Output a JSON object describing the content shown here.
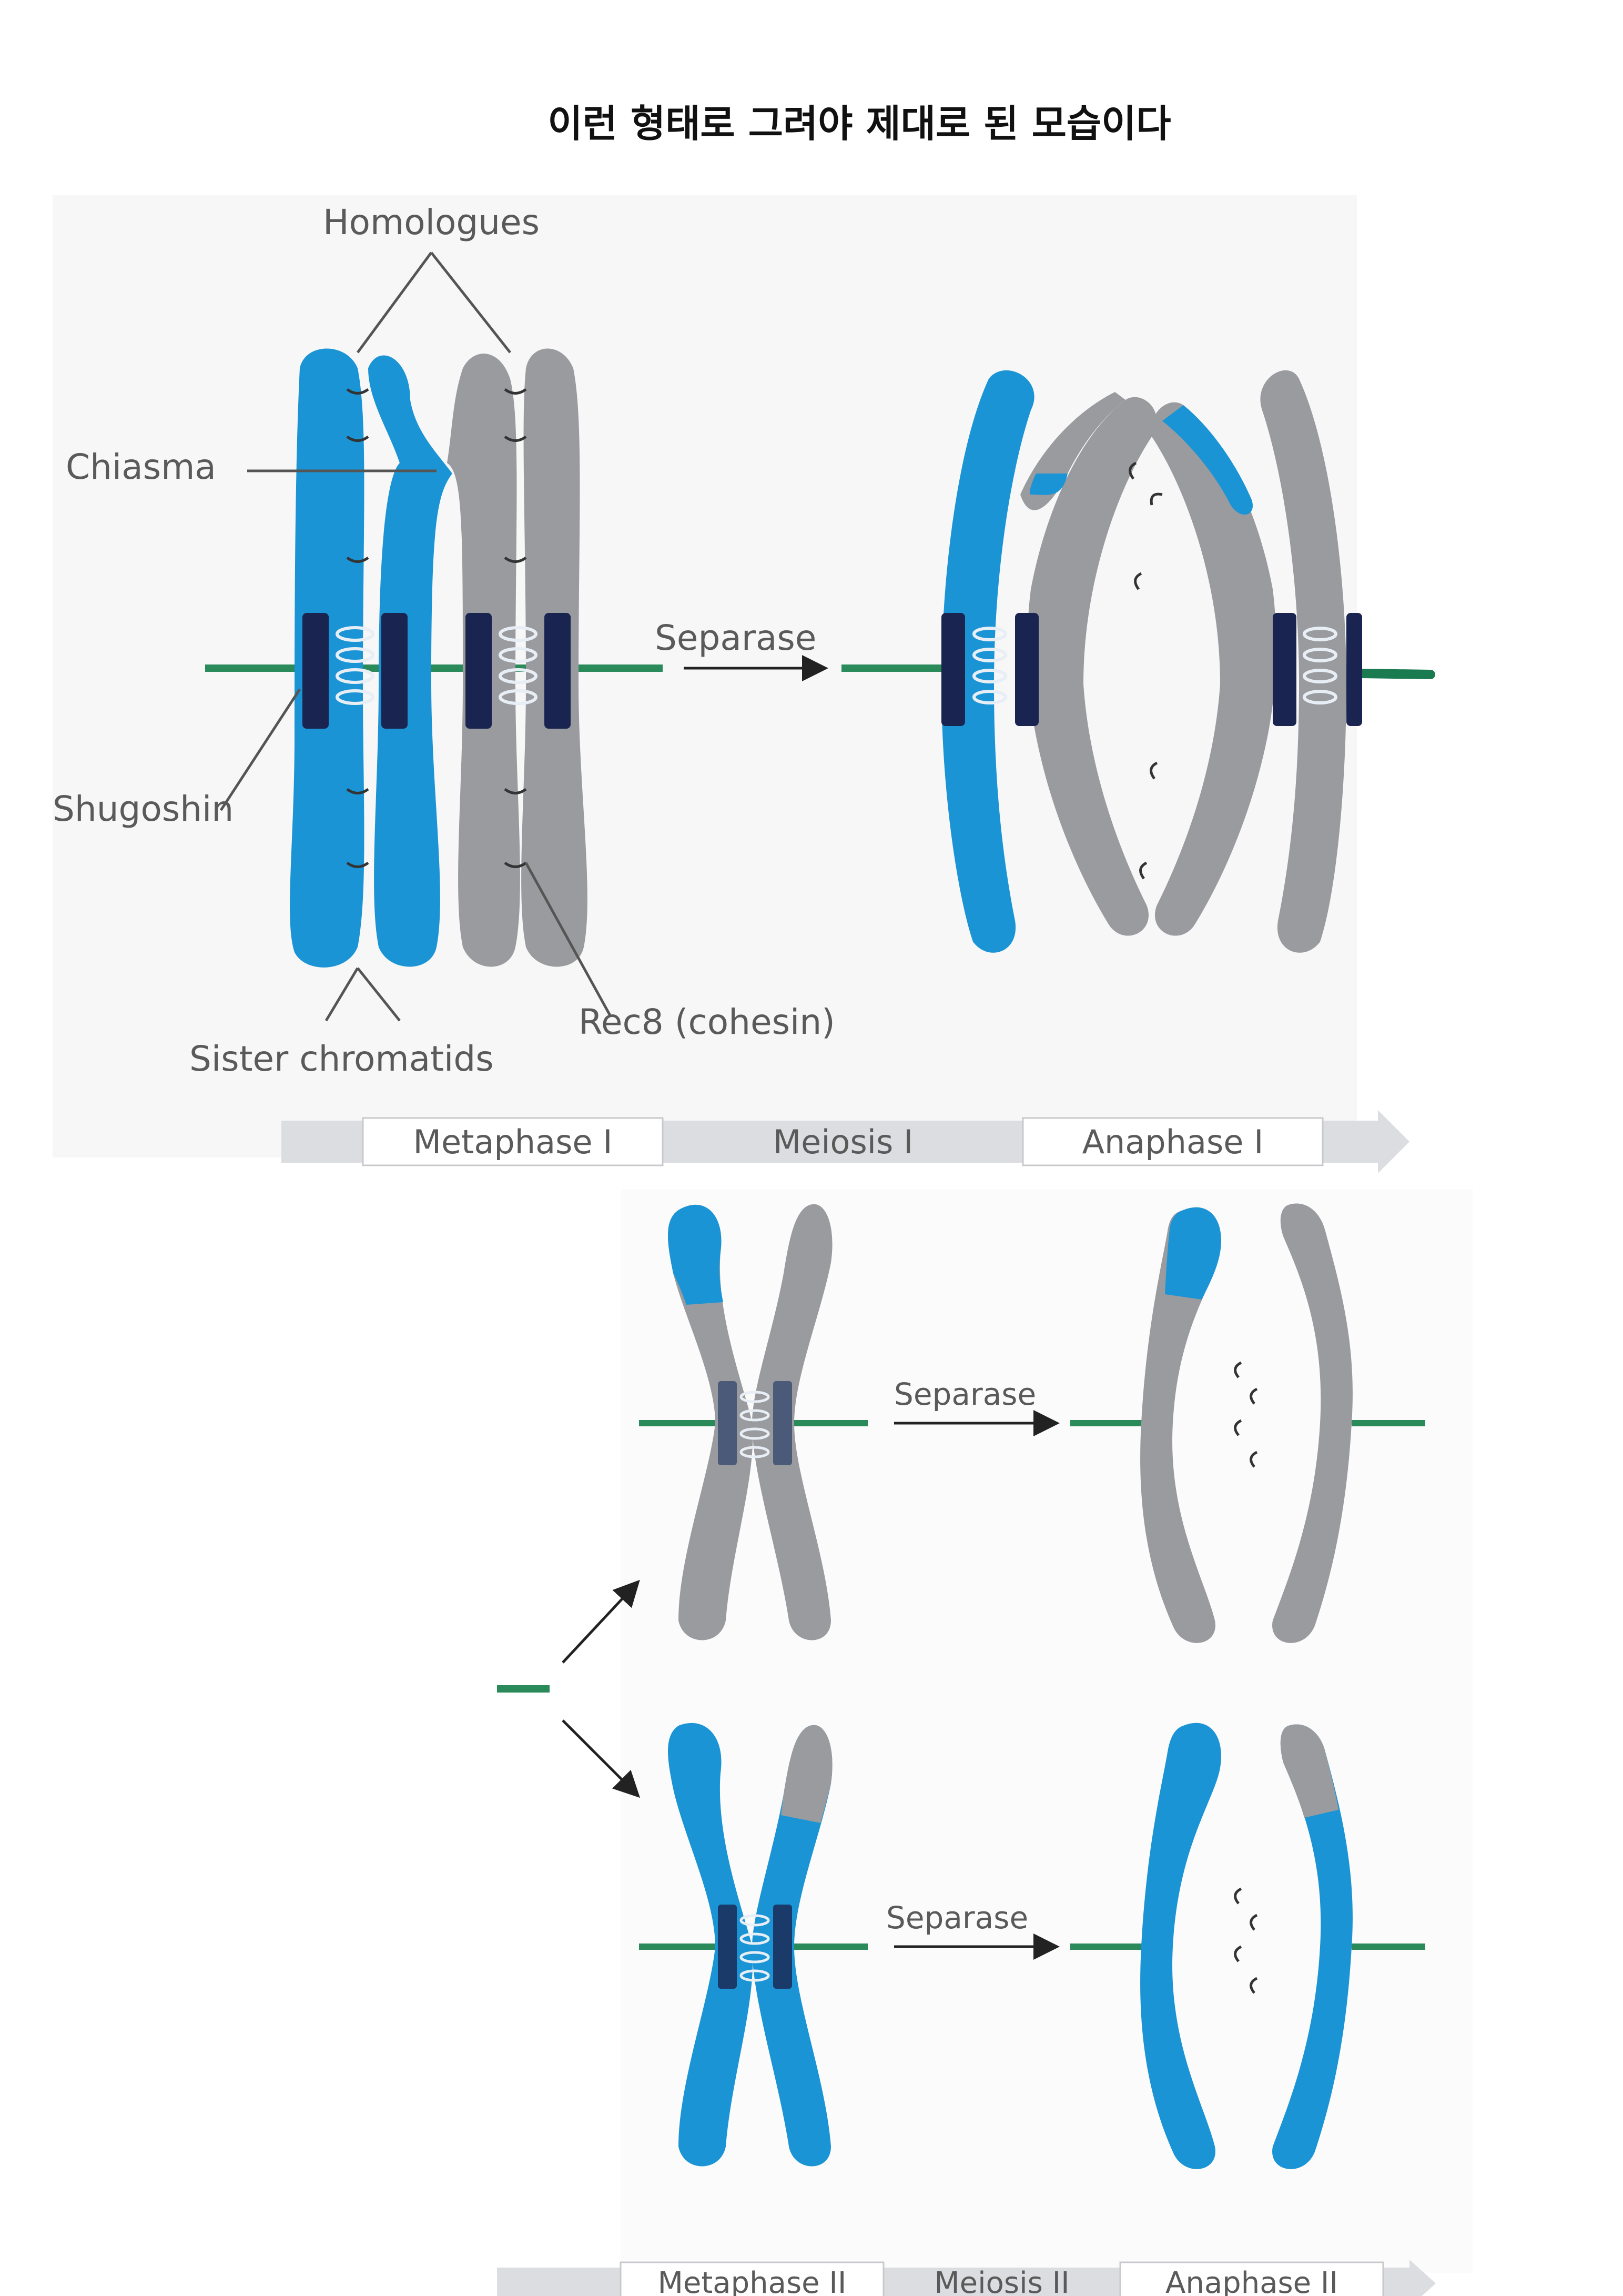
{
  "title": "이런 형태로 그려야 제대로 된 모습이다",
  "labels": {
    "homologues": "Homologues",
    "chiasma": "Chiasma",
    "shugoshin": "Shugoshin",
    "sister_chromatids": "Sister chromatids",
    "rec8": "Rec8 (cohesin)",
    "separase_1": "Separase",
    "separase_2a": "Separase",
    "separase_2b": "Separase"
  },
  "timeline_1": {
    "left": "Metaphase I",
    "middle": "Meiosis I",
    "right": "Anaphase I"
  },
  "timeline_2": {
    "left": "Metaphase II",
    "middle": "Meiosis II",
    "right": "Anaphase II"
  },
  "colors": {
    "blue": "#1a94d4",
    "grey": "#9a9b9e",
    "spindle": "#2a8a5a",
    "centromere_dark": "#1a2450",
    "centromere_mid": "#4a5a78",
    "arrow_band": "#dcdde0",
    "label_text": "#5a5a5a"
  }
}
